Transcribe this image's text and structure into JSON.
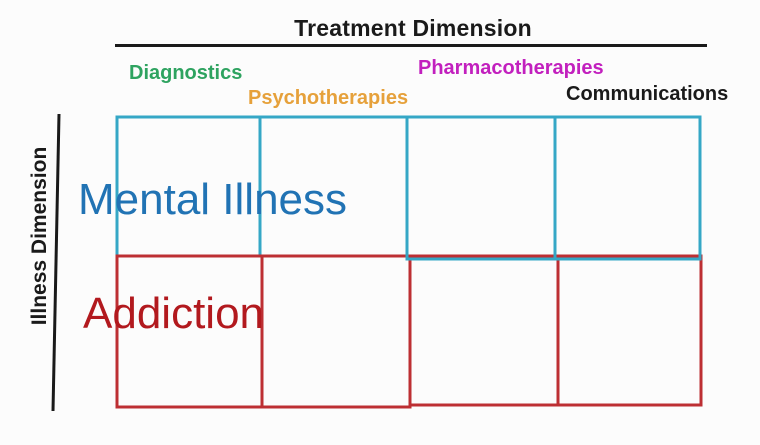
{
  "diagram": {
    "title": "Treatment Dimension",
    "y_axis_label": "Illness Dimension",
    "axis_color": "#1A1A1A",
    "grid": {
      "rows": 2,
      "columns": 4
    },
    "columns": [
      {
        "id": "diagnostics",
        "label": "Diagnostics",
        "color": "#2EA360"
      },
      {
        "id": "psychotherapies",
        "label": "Psychotherapies",
        "color": "#E6A13B"
      },
      {
        "id": "pharmacotherapies",
        "label": "Pharmacotherapies",
        "color": "#C220BE"
      },
      {
        "id": "communications",
        "label": "Communications",
        "color": "#1A1A1A"
      }
    ],
    "rows": [
      {
        "id": "mental-illness",
        "label": "Mental Illness",
        "text_color": "#2173B4",
        "box_color": "#35A7C6"
      },
      {
        "id": "addiction",
        "label": "Addiction",
        "text_color": "#B2191E",
        "box_color": "#BD2F33"
      }
    ]
  }
}
